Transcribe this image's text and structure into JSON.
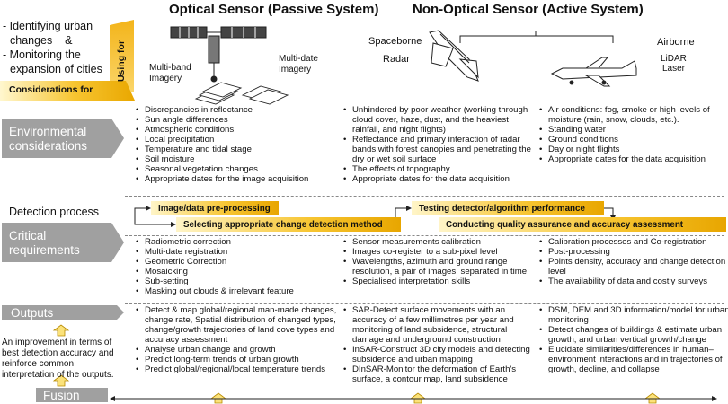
{
  "header": {
    "optical_title": "Optical Sensor (Passive System)",
    "nonoptical_title": "Non-Optical Sensor (Active System)"
  },
  "intro": {
    "line1": "- Identifying urban",
    "line2": "changes    &",
    "line3": "- Monitoring the",
    "line4": "expansion of cities"
  },
  "using_for": "Using for",
  "considerations_for": "Considerations for",
  "optical_labels": {
    "multiband": "Multi-band\nImagery",
    "multidate": "Multi-date\nImagery"
  },
  "nonoptical_labels": {
    "spaceborne": "Spaceborne",
    "radar": "Radar",
    "airborne": "Airborne",
    "lidar": "LiDAR",
    "laser": "Laser"
  },
  "sections": {
    "environmental": "Environmental considerations",
    "detection": "Detection process",
    "critical": "Critical requirements",
    "outputs": "Outputs",
    "fusion": "Fusion"
  },
  "environmental": {
    "optical": [
      "Discrepancies in reflectance",
      "Sun angle differences",
      "Atmospheric conditions",
      "Local precipitation",
      "Temperature and tidal stage",
      "Soil moisture",
      "Seasonal vegetation changes",
      "Appropriate dates for the image acquisition"
    ],
    "radar": [
      "Unhindered by poor weather (working through cloud cover, haze, dust, and the heaviest rainfall, and night flights)",
      "Reflectance and primary interaction of radar bands with forest canopies and penetrating the dry or wet soil surface",
      "The effects of topography",
      "Appropriate dates for the data acquisition"
    ],
    "lidar": [
      "Air conditions: fog, smoke or high levels of moisture (rain, snow, clouds, etc.).",
      "Standing water",
      "Ground conditions",
      "Day or night flights",
      "Appropriate dates for the data acquisition"
    ]
  },
  "process_steps": {
    "step1": "Image/data pre-processing",
    "step2": "Selecting appropriate change detection method",
    "step3": "Testing detector/algorithm performance",
    "step4": "Conducting quality assurance and accuracy assessment"
  },
  "critical": {
    "optical": [
      "Radiometric correction",
      "Multi-date registration",
      "Geometric Correction",
      "Mosaicking",
      "Sub-setting",
      "Masking out clouds & irrelevant feature"
    ],
    "radar": [
      "Sensor measurements calibration",
      "Images co-register to a sub-pixel level",
      "Wavelengths, azimuth and ground range resolution, a pair of images, separated in time",
      "Specialised interpretation skills"
    ],
    "lidar": [
      "Calibration processes and Co-registration",
      "Post-processing",
      "Points density, accuracy and change detection level",
      "The availability of data and costly surveys"
    ]
  },
  "outputs": {
    "optical": [
      "Detect & map global/regional man-made changes, change rate, Spatial distribution of changed types, change/growth trajectories of land cove types and accuracy assessment",
      "Analyse urban change and growth",
      "Predict long-term trends of urban growth",
      "Predict global/regional/local temperature trends"
    ],
    "radar": [
      "SAR-Detect surface movements with an accuracy of a few millimetres per year and monitoring of land subsidence, structural damage and underground construction",
      "InSAR-Construct 3D city models and detecting subsidence and urban mapping",
      "DInSAR-Monitor the deformation of Earth's surface, a contour map, land subsidence"
    ],
    "lidar": [
      "DSM, DEM and 3D  information/model for urban monitoring",
      "Detect changes of buildings & estimate urban growth, and urban vertical growth/change",
      "Elucidate similarities/differences in human–environment interactions and in trajectories of growth, decline, and collapse"
    ]
  },
  "fusion_note": "An improvement in terms of best detection accuracy and reinforce common interpretation of the outputs.",
  "colors": {
    "gold": "#f5c033",
    "gray_box": "#a0a0a0",
    "dash": "#888888"
  },
  "icons": [
    "satellite-icon",
    "image-stack-icon",
    "space-shuttle-icon",
    "airplane-icon"
  ]
}
